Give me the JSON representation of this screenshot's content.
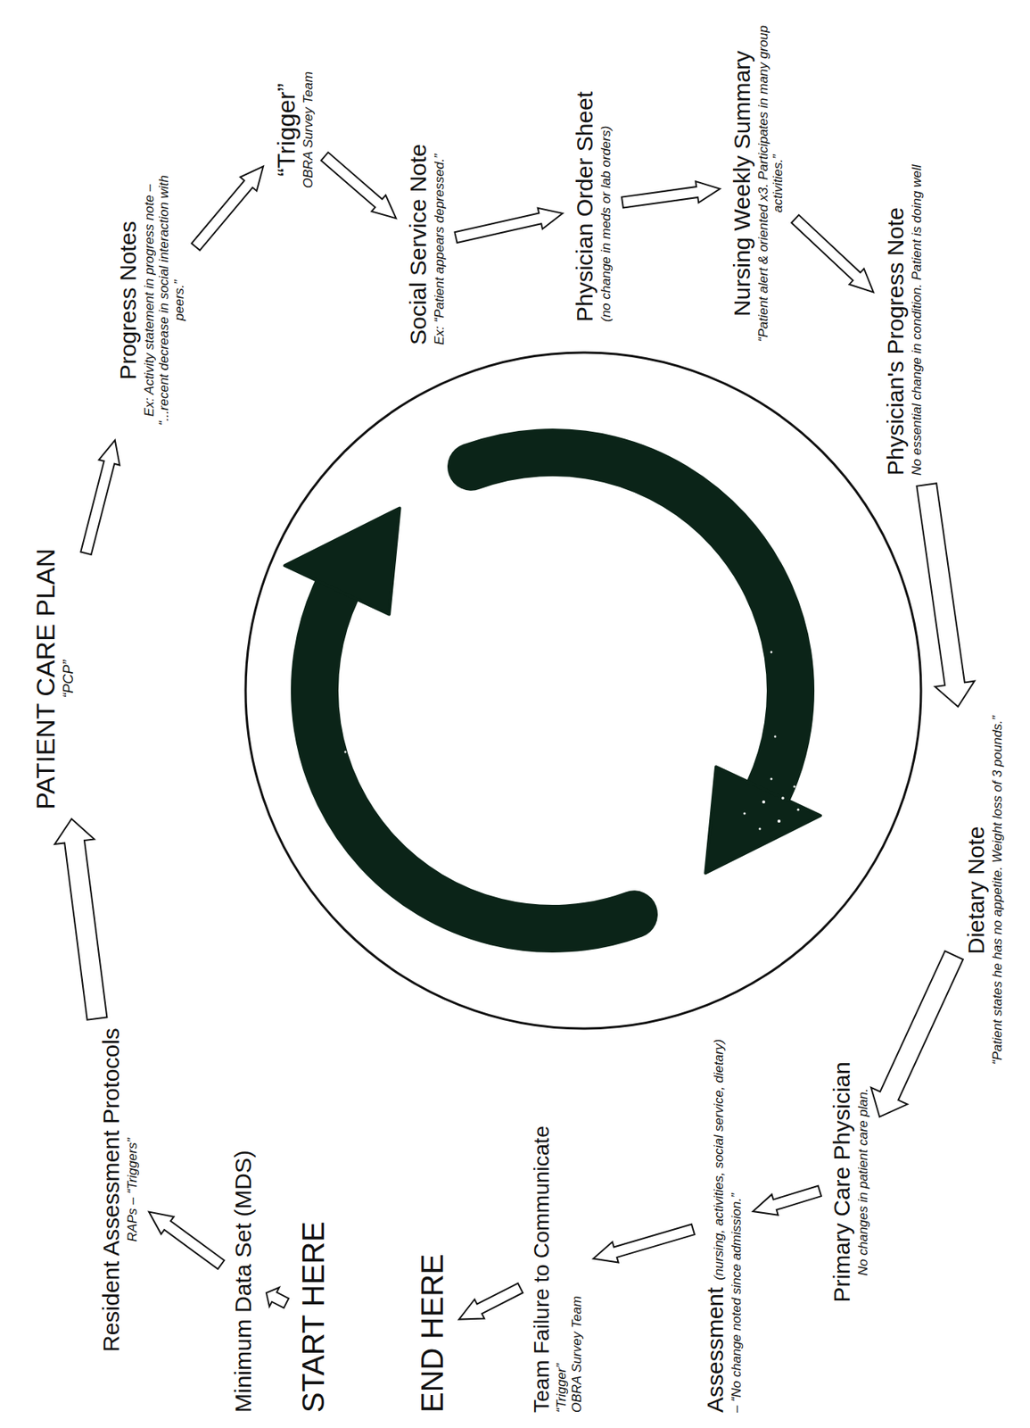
{
  "diagram": {
    "nodes": [
      {
        "text": [
          "START HERE"
        ]
      },
      {
        "text": [
          "Minimum Data Set (MDS)"
        ]
      },
      {
        "text": [
          "Resident Assessment Protocols",
          "RAPs – “Triggers”"
        ]
      },
      {
        "text": [
          "PATIENT CARE PLAN",
          "“PCP”"
        ]
      },
      {
        "text": [
          "Progress Notes",
          "Ex: Activity statement in progress note – “...recent decrease in social interaction with peers.”"
        ]
      },
      {
        "text": [
          "“Trigger”",
          "OBRA Survey Team"
        ]
      },
      {
        "text": [
          "Social Service Note",
          "Ex: “Patient appears depressed.”"
        ]
      },
      {
        "text": [
          "Physician Order Sheet",
          "(no change in meds or lab orders)"
        ]
      },
      {
        "text": [
          "Nursing Weekly Summary",
          "“Patient alert & oriented x3. Participates in many group activities.”"
        ]
      },
      {
        "text": [
          "Physician's Progress Note",
          "No essential change in condition. Patient is doing well"
        ]
      },
      {
        "text": [
          "Dietary Note",
          "“Patient states he has no appetite. Weight loss of 3 pounds.”"
        ]
      },
      {
        "text": [
          "Primary Care Physician",
          "No changes in patient care plan."
        ]
      },
      {
        "text": [
          "Assessment",
          "(nursing, activities, social service, dietary) – “No change noted since admission.”"
        ]
      },
      {
        "text": [
          "Team Failure to Communicate",
          "“Trigger”",
          "OBRA Survey Team"
        ]
      },
      {
        "text": [
          "END HERE"
        ]
      }
    ],
    "edges": [
      {
        "from": 0,
        "to": 1,
        "arrow": "to"
      },
      {
        "from": 1,
        "to": 2,
        "arrow": "to"
      },
      {
        "from": 2,
        "to": 3,
        "arrow": "to"
      },
      {
        "from": 3,
        "to": 4,
        "arrow": "to"
      },
      {
        "from": 4,
        "to": 5,
        "arrow": "to"
      },
      {
        "from": 5,
        "to": 6,
        "arrow": "to"
      },
      {
        "from": 6,
        "to": 7,
        "arrow": "to"
      },
      {
        "from": 7,
        "to": 8,
        "arrow": "to"
      },
      {
        "from": 8,
        "to": 9,
        "arrow": "to"
      },
      {
        "from": 9,
        "to": 10,
        "arrow": "to"
      },
      {
        "from": 10,
        "to": 11,
        "arrow": "to"
      },
      {
        "from": 11,
        "to": 12,
        "arrow": "to"
      },
      {
        "from": 12,
        "to": 13,
        "arrow": "to"
      },
      {
        "from": 13,
        "to": 14,
        "arrow": "to"
      }
    ]
  }
}
